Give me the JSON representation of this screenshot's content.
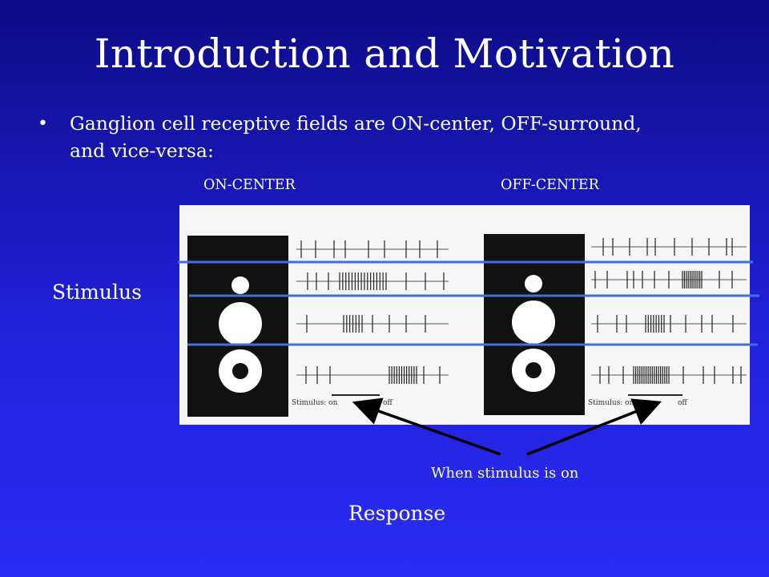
{
  "slide": {
    "title": "Introduction and Motivation",
    "bullet_marker": "•",
    "bullet_text": "Ganglion cell receptive fields are ON-center, OFF-surround, and vice-versa:"
  },
  "figure": {
    "on_center_label": "ON-CENTER",
    "off_center_label": "OFF-CENTER",
    "stimulus_caption": "Stimulus: on",
    "stimulus_off": "off",
    "stimulus_label": "Stimulus",
    "response_label": "Response",
    "when_on_label": "When stimulus is on"
  },
  "colors": {
    "background_top": "#0c0c86",
    "background_bottom": "#2a2cf2",
    "guide_line": "#3d6fe6",
    "arrow": "#000000"
  }
}
